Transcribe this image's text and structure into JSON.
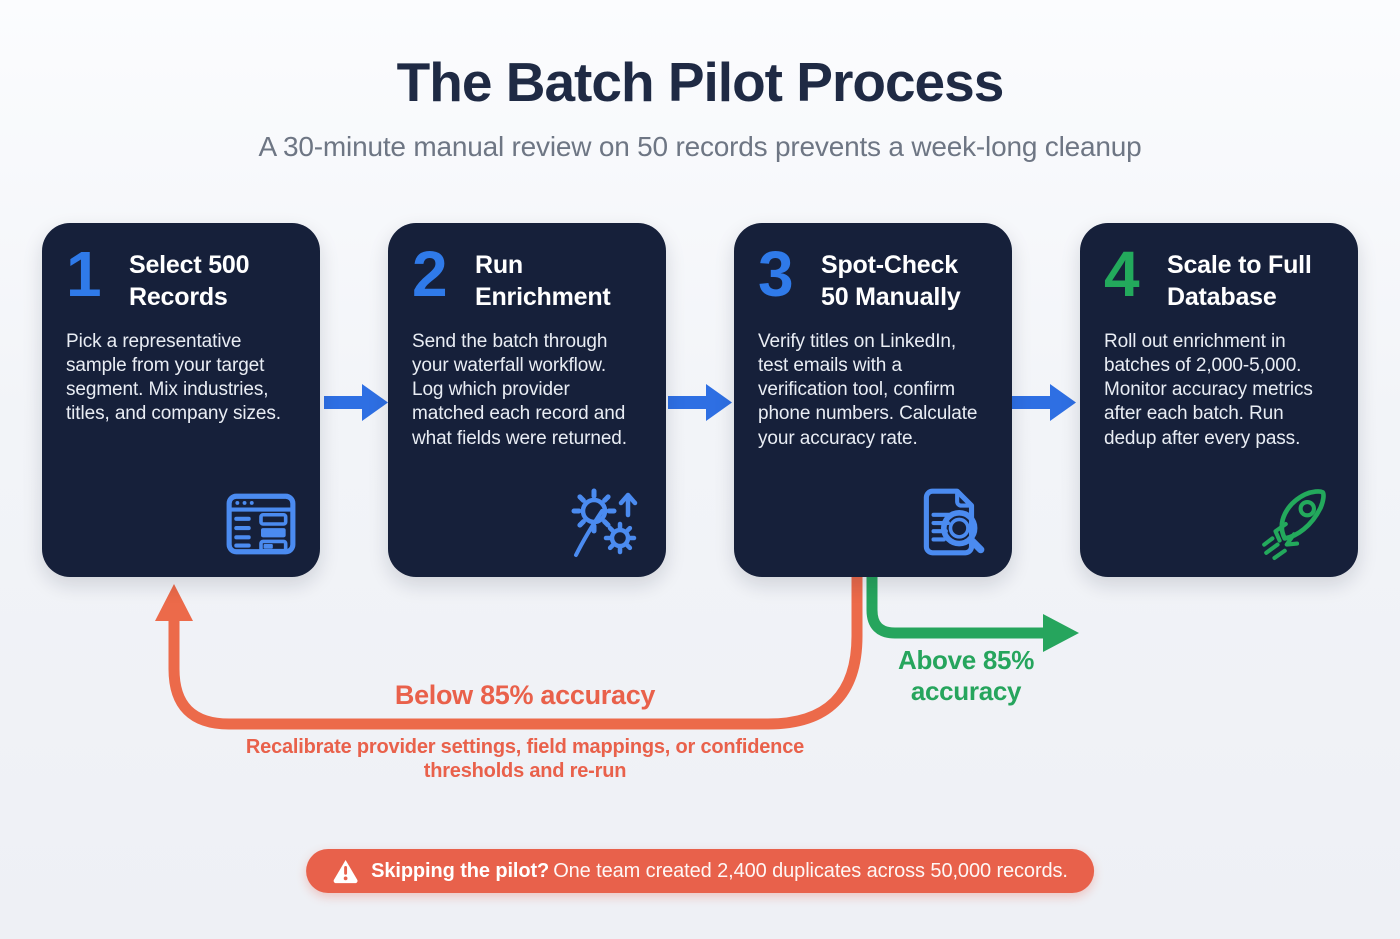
{
  "header": {
    "title": "The Batch Pilot Process",
    "subtitle": "A 30-minute manual review on 50 records prevents a week-long cleanup"
  },
  "steps": [
    {
      "number": "1",
      "title": "Select 500\nRecords",
      "description": "Pick a representative sample from your target segment. Mix industries, titles, and company sizes.",
      "icon": "records-table-icon",
      "accent": "#2f7ae9"
    },
    {
      "number": "2",
      "title": "Run\nEnrichment",
      "description": "Send the batch through your waterfall workflow. Log which provider matched each record and what fields were returned.",
      "icon": "gears-arrow-icon",
      "accent": "#2f7ae9"
    },
    {
      "number": "3",
      "title": "Spot-Check\n50 Manually",
      "description": "Verify titles on LinkedIn, test emails with a verification tool, confirm phone numbers. Calculate your accuracy rate.",
      "icon": "document-search-icon",
      "accent": "#2f7ae9"
    },
    {
      "number": "4",
      "title": "Scale to Full\nDatabase",
      "description": "Roll out enrichment in batches of 2,000-5,000. Monitor accuracy metrics after each batch. Run dedup after every pass.",
      "icon": "rocket-icon",
      "accent": "#23a95c"
    }
  ],
  "branches": {
    "success": {
      "label": "Above 85%\naccuracy",
      "color": "#26a55d"
    },
    "retry": {
      "label": "Below 85% accuracy",
      "note": "Recalibrate provider settings, field mappings, or confidence\nthresholds and re-run",
      "color": "#e9614b"
    }
  },
  "warning_banner": {
    "bold": "Skipping the pilot?",
    "text": "One team created 2,400 duplicates across 50,000 records.",
    "icon": "warning-triangle-icon",
    "background": "#e8614b"
  },
  "colors": {
    "card_background": "#16203a",
    "page_background": "#f2f4f8",
    "arrow_blue": "#2e6fe3",
    "flow_green": "#26a55d",
    "flow_orange": "#ec6a4a",
    "icon_blue": "#4b8bf0",
    "title_navy": "#1f2a44",
    "subtitle_gray": "#6e7684"
  }
}
